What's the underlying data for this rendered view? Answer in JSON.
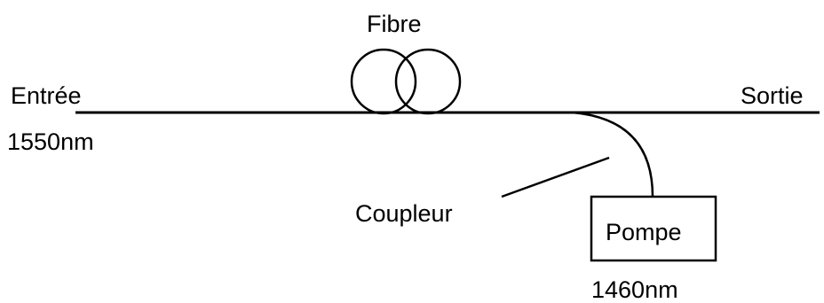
{
  "labels": {
    "fibre": "Fibre",
    "entree": "Entrée",
    "input_wavelength": "1550nm",
    "sortie": "Sortie",
    "coupleur": "Coupleur",
    "pompe": "Pompe",
    "pump_wavelength": "1460nm"
  },
  "colors": {
    "stroke": "#000000",
    "background": "#ffffff"
  }
}
